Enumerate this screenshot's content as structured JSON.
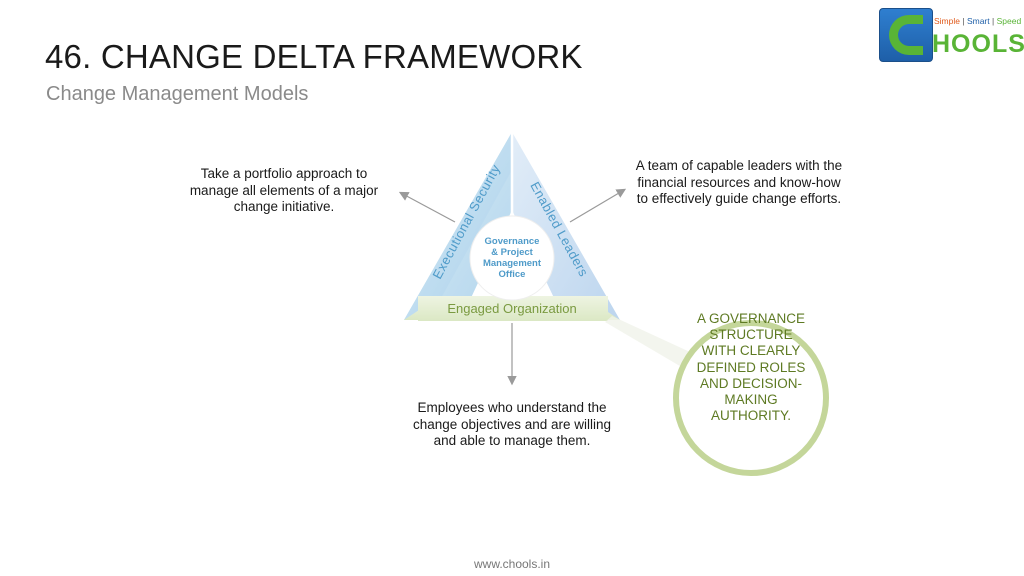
{
  "header": {
    "title": "46. CHANGE DELTA FRAMEWORK",
    "subtitle": "Change Management Models"
  },
  "logo": {
    "tagline_1": "Simple",
    "tagline_2": "Smart",
    "tagline_3": "Speed",
    "word": "HOOLS",
    "colors": {
      "blue": "#1e5fa8",
      "green": "#59b436",
      "orange": "#e05a1c"
    }
  },
  "diagram": {
    "left_side_label": "Executional Security",
    "right_side_label": "Enabled Leaders",
    "base_label": "Engaged Organization",
    "center_label": [
      "Governance",
      "& Project",
      "Management",
      "Office"
    ],
    "colors": {
      "left": "#bfdcee",
      "right": "#cfe0f1",
      "base": "#e3edcf",
      "ring": "#c4d69a",
      "label_blue": "#4f9bc9",
      "label_green": "#7a9a40"
    }
  },
  "notes": {
    "left": "Take a portfolio approach to manage all elements of a major change initiative.",
    "right": "A team of capable leaders with the financial resources and know-how to effectively guide change efforts.",
    "bottom": "Employees who understand the change objectives and are willing and able to manage them.",
    "ring": "A GOVERNANCE STRUCTURE WITH CLEARLY DEFINED ROLES AND DECISION-MAKING AUTHORITY."
  },
  "footer": {
    "url": "www.chools.in"
  }
}
